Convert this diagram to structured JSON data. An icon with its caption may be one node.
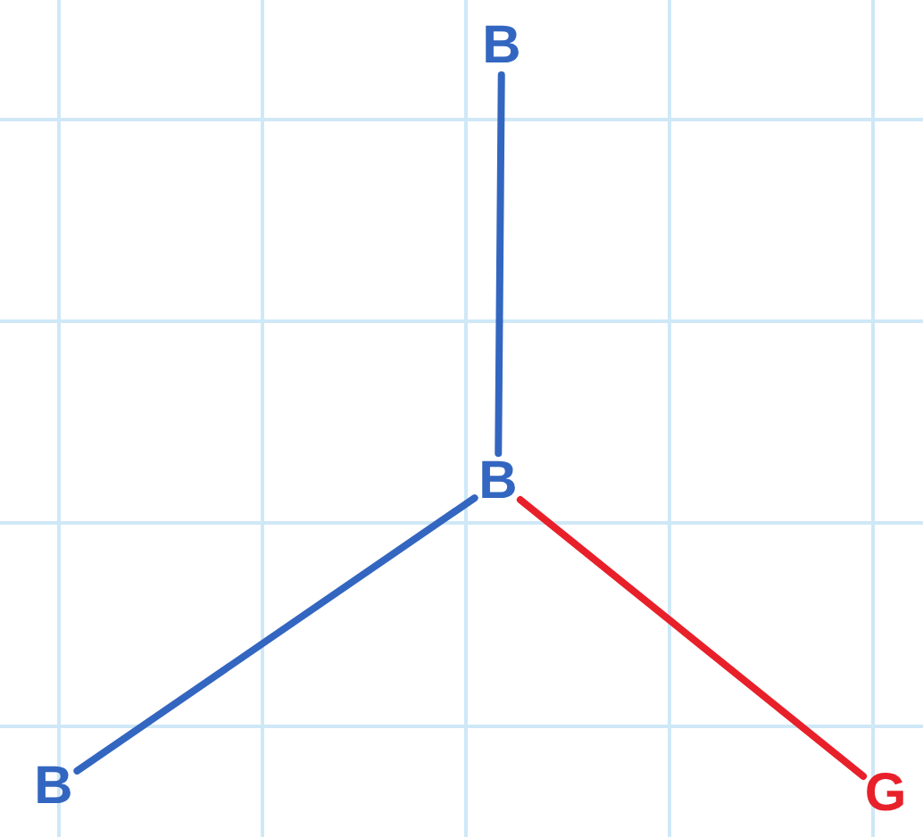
{
  "diagram": {
    "nodes": [
      {
        "text": [
          "B"
        ]
      },
      {
        "text": [
          "B"
        ]
      },
      {
        "text": [
          "B"
        ]
      },
      {
        "text": [
          "G"
        ]
      }
    ],
    "edges": [
      {
        "from": 1,
        "to": 0,
        "arrow": "none"
      },
      {
        "from": 1,
        "to": 2,
        "arrow": "none"
      },
      {
        "from": 1,
        "to": 3,
        "arrow": "none",
        "color": "#e8202a"
      }
    ]
  }
}
